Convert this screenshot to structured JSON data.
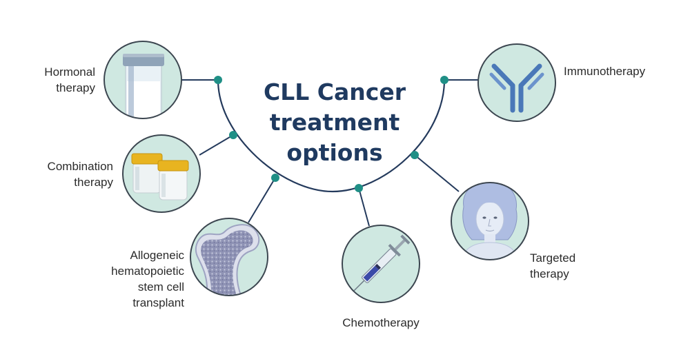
{
  "title": [
    "CLL Cancer",
    "treatment",
    "options"
  ],
  "options": {
    "hormonal": [
      "Hormonal",
      "therapy"
    ],
    "combination": [
      "Combination",
      "therapy"
    ],
    "transplant": [
      "Allogeneic",
      "hematopoietic",
      "stem cell",
      "transplant"
    ],
    "chemotherapy": [
      "Chemotherapy"
    ],
    "targeted": [
      "Targeted",
      "therapy"
    ],
    "immunotherapy": [
      "Immunotherapy"
    ]
  },
  "colors": {
    "circle_fill": "#cfe8e1",
    "circle_stroke": "#3c4650",
    "connector": "#243a5c",
    "node": "#1f8f86",
    "title": "#1f3a60"
  },
  "icons": {
    "hormonal": "specimen-jar-icon",
    "combination": "pill-bottles-icon",
    "transplant": "femur-bone-icon",
    "chemotherapy": "syringe-icon",
    "targeted": "patient-portrait-icon",
    "immunotherapy": "antibody-icon"
  }
}
